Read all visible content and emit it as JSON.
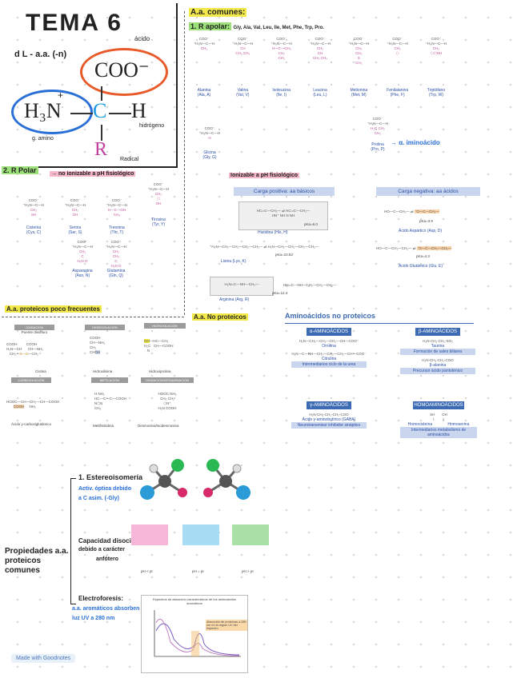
{
  "title": "TEMA 6",
  "left_formula": {
    "config": "d L - a.a. (-n)",
    "acido": "ácido",
    "coo": "COO⁻",
    "h3n": "H₃N",
    "plus": "+",
    "c": "C",
    "h": "H",
    "r": "R",
    "amino": "g. amino",
    "hidrogeno": "hidrógeno",
    "radical": "Radical"
  },
  "sections": {
    "comunes": "A.a. comunes:",
    "apolar": "1. R apolar:",
    "apolar_list": "Gly, Ala, Val, Leu, Ile, Met, Phe, Trp, Pro.",
    "polar": "2. R Polar",
    "polar_note": "→ no ionizable a pH fisiológico",
    "ionizable": "Ionizable a pH fisiológico",
    "proteicos": "A.a. proteicos poco frecuentes",
    "no_proteicos": "A.a. No proteicos",
    "carga_pos": "Carga positiva: aa básicos",
    "carga_neg": "Carga negativa: aa ácidos",
    "aa_no_prot_title": "Aminoácidos no proteicos"
  },
  "apolar_aas": [
    {
      "name": "Alanina",
      "code": "(Ala, A)"
    },
    {
      "name": "Valina",
      "code": "(Val, V)"
    },
    {
      "name": "Isoleucina",
      "code": "(Ile, I)"
    },
    {
      "name": "Leucina",
      "code": "(Leu, L)"
    },
    {
      "name": "Metionina",
      "code": "(Met, M)"
    },
    {
      "name": "Fenilalanina",
      "code": "(Phe, F)"
    },
    {
      "name": "Triptófano",
      "code": "(Trp, W)"
    }
  ],
  "glicina": {
    "name": "Glicina",
    "code": "(Gly, G)"
  },
  "prolina": {
    "name": "Prolina",
    "code": "(Pro, P)",
    "note": "→ α. iminoácido"
  },
  "polar_aas": [
    {
      "name": "Cisteína",
      "code": "(Cys, C)"
    },
    {
      "name": "Serina",
      "code": "(Ser, S)"
    },
    {
      "name": "Treonina",
      "code": "(Thr, T)"
    },
    {
      "name": "Tirosina",
      "code": "(Tyr, Y)"
    },
    {
      "name": "Asparagina",
      "code": "(Asn, N)"
    },
    {
      "name": "Glutamina",
      "code": "(Gln, Q)"
    }
  ],
  "basic_aas": [
    {
      "name": "Histidina (His, H)"
    },
    {
      "name": "Lisina (Lys, K)"
    },
    {
      "name": "Arginina (Arg, R)"
    }
  ],
  "acid_aas": [
    {
      "name": "Ácido Aspártico (Asp, D)"
    },
    {
      "name": "Ácido Glutámico (Glu, E)"
    }
  ],
  "pka": {
    "his": "pKa=6.0",
    "lys": "pKa=10.53",
    "arg": "pKa=12.4",
    "asp": "pKa=3.9",
    "glu": "pKa=4.3"
  },
  "rare": {
    "oxidacion": "OXIDACIÓN",
    "puente": "Puente disulfuro",
    "cistina": "Cistina",
    "hidroxilacion": "HIDROXILACIÓN",
    "hidroxiprolina": "Hidroxiprolina",
    "hidroxilisina": "Hidroxilisina",
    "carboxilacion": "CARBOXILACIÓN",
    "gamma": "Ácido γ-carboxiglutámico",
    "metilacion": "METILACIÓN",
    "metilhistidina": "Metilhistidina",
    "oxidacion_desam": "OXIDACIÓN/DESAMINACIÓN",
    "desmosina": "Desmosina/Isodesmosina"
  },
  "no_prot": [
    {
      "tag": "α-AMINOÁCIDOS",
      "name": "Ornitina",
      "sub": "Citrulina",
      "note": "Intermediarios ciclo de la urea"
    },
    {
      "tag": "β-AMINOÁCIDOS",
      "name": "Taurina",
      "sub": "β-alanina",
      "note": "Formación de sales biliares",
      "note2": "Precursor ácido pantoténico"
    },
    {
      "tag": "γ-AMINOÁCIDOS",
      "name": "Ácido γ-aminobutírico (GABA)",
      "note": "Neurotransmisor inhibidor sináptico"
    },
    {
      "tag": "HOMOAMINOÁCIDOS",
      "name": "Homocisteína",
      "name2": "Homoserina",
      "note": "Intermediarios metabolismo de aminoácidos"
    }
  ],
  "props": {
    "title": "Propiedades a.a. proteicos comunes",
    "p1": "1. Estereoisomería",
    "p1a": "Activ. óptica debido",
    "p1b": "a C asim. (-Gly)",
    "p2": "Capacidad disociación",
    "p2a": "debido a carácter",
    "p2b": "anfótero",
    "p3": "Electroforesis:",
    "p3a": "a.a. aromáticos absorben",
    "p3b": "luz UV a 280 nm",
    "spec_title": "Espectros de absorción característicos de los aminoácidos aromáticos",
    "spec_note": "Absorción de proteínas a 280 nm en la región UV del espectro",
    "forms": [
      "pH < pI",
      "pH = pI",
      "pH > pI"
    ]
  },
  "footer": "Made with Goodnotes",
  "colors": {
    "accent_blue": "#2a6fd6",
    "highlight": "#f4e94a",
    "green": "#9de07a",
    "pink": "#f6b7c8",
    "orange": "#e85a2a"
  }
}
